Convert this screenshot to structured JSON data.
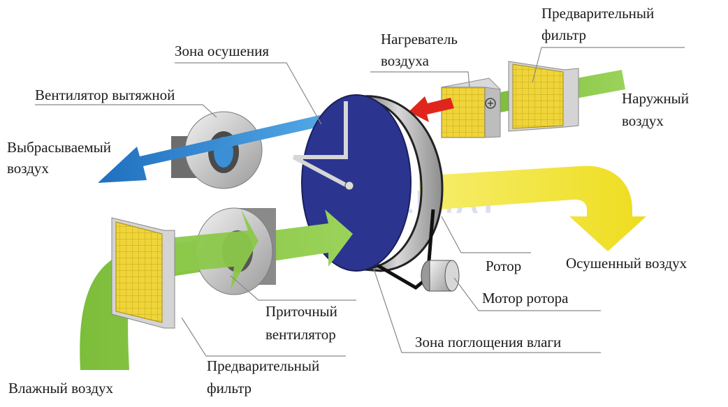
{
  "diagram": {
    "labels": {
      "drying_zone": "Зона осушения",
      "exhaust_fan": "Вентилятор вытяжной",
      "exhaust_air_1": "Выбрасываемый",
      "exhaust_air_2": "воздух",
      "heater_1": "Нагреватель",
      "heater_2": "воздуха",
      "prefilter_top_1": "Предварительный",
      "prefilter_top_2": "фильтр",
      "outdoor_air_1": "Наружный",
      "outdoor_air_2": "воздух",
      "rotor": "Ротор",
      "dried_air": "Осушенный воздух",
      "rotor_motor": "Мотор ротора",
      "supply_fan_1": "Приточный",
      "supply_fan_2": "вентилятор",
      "absorption_zone": "Зона поглощения влаги",
      "prefilter_bottom_1": "Предварительный",
      "prefilter_bottom_2": "фильтр",
      "humid_air": "Влажный воздух"
    },
    "watermark": "RUCLIMAT",
    "colors": {
      "humid_air_arrow": "#86c440",
      "exhaust_air_arrow": "#3b8fd4",
      "dried_air_arrow": "#f2e63a",
      "heated_air_arrow": "#e0261b",
      "rotor_face": "#2b3590",
      "filter_media": "#efd53a"
    }
  }
}
